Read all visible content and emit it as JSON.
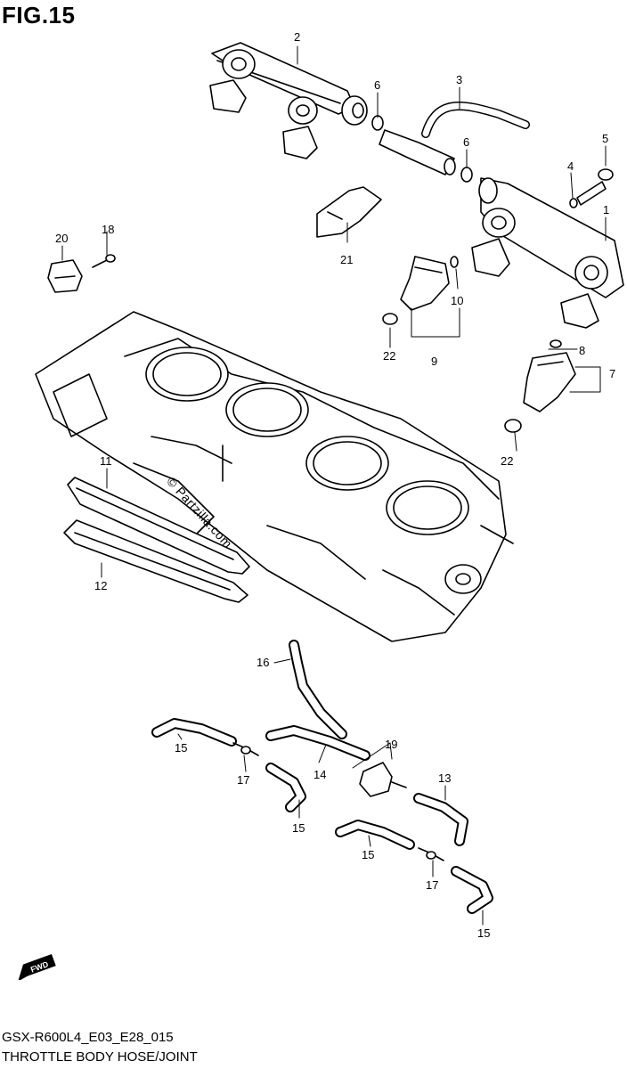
{
  "figure": {
    "title": "FIG.15",
    "model_code": "GSX-R600L4_E03_E28_015",
    "caption": "THROTTLE BODY HOSE/JOINT",
    "watermark": "© Partzilla.com",
    "fwd_label": "FWD"
  },
  "callouts": [
    {
      "id": "c1",
      "text": "1"
    },
    {
      "id": "c2",
      "text": "2"
    },
    {
      "id": "c3",
      "text": "3"
    },
    {
      "id": "c4",
      "text": "4"
    },
    {
      "id": "c5",
      "text": "5"
    },
    {
      "id": "c6a",
      "text": "6"
    },
    {
      "id": "c6b",
      "text": "6"
    },
    {
      "id": "c7",
      "text": "7"
    },
    {
      "id": "c8",
      "text": "8"
    },
    {
      "id": "c9",
      "text": "9"
    },
    {
      "id": "c10",
      "text": "10"
    },
    {
      "id": "c11",
      "text": "11"
    },
    {
      "id": "c12",
      "text": "12"
    },
    {
      "id": "c13",
      "text": "13"
    },
    {
      "id": "c14",
      "text": "14"
    },
    {
      "id": "c15a",
      "text": "15"
    },
    {
      "id": "c15b",
      "text": "15"
    },
    {
      "id": "c15c",
      "text": "15"
    },
    {
      "id": "c15d",
      "text": "15"
    },
    {
      "id": "c16",
      "text": "16"
    },
    {
      "id": "c17a",
      "text": "17"
    },
    {
      "id": "c17b",
      "text": "17"
    },
    {
      "id": "c18",
      "text": "18"
    },
    {
      "id": "c19",
      "text": "19"
    },
    {
      "id": "c20",
      "text": "20"
    },
    {
      "id": "c21",
      "text": "21"
    },
    {
      "id": "c22a",
      "text": "22"
    },
    {
      "id": "c22b",
      "text": "22"
    }
  ]
}
